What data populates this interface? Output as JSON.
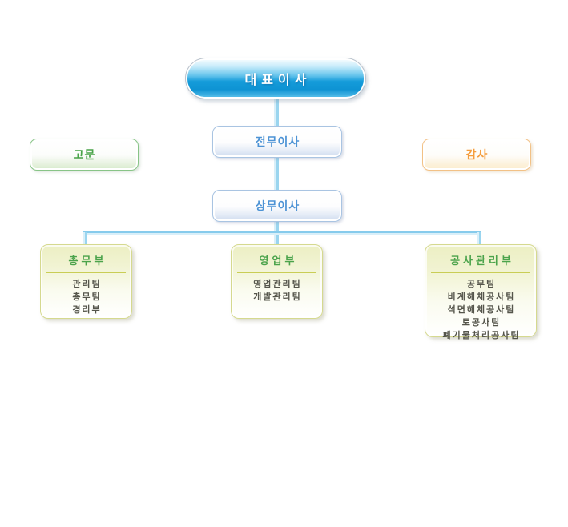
{
  "org": {
    "root": {
      "label": "대표이사"
    },
    "executive": {
      "label": "전무이사"
    },
    "managing": {
      "label": "상무이사"
    },
    "advisor": {
      "label": "고문"
    },
    "auditor": {
      "label": "감사"
    },
    "departments": [
      {
        "title": "총무부",
        "items": [
          "관리팀",
          "총무팀",
          "경리부"
        ]
      },
      {
        "title": "영업부",
        "items": [
          "영업관리팀",
          "개발관리팀"
        ]
      },
      {
        "title": "공사관리부",
        "items": [
          "공무팀",
          "비계해체공사팀",
          "석면해체공사팀",
          "토공사팀",
          "폐기물처리공사팀"
        ]
      }
    ]
  },
  "colors": {
    "connector_blue": "#9ad5ef",
    "ceo_fill_blue": "#0e93d3",
    "director_text_blue": "#4d93d5",
    "advisor_green": "#49a449",
    "auditor_orange": "#f59d3d",
    "dept_title_green": "#4ba34b",
    "dept_border_olive": "#d5d98f",
    "dept_divider_yellow": "#c9cd55"
  }
}
